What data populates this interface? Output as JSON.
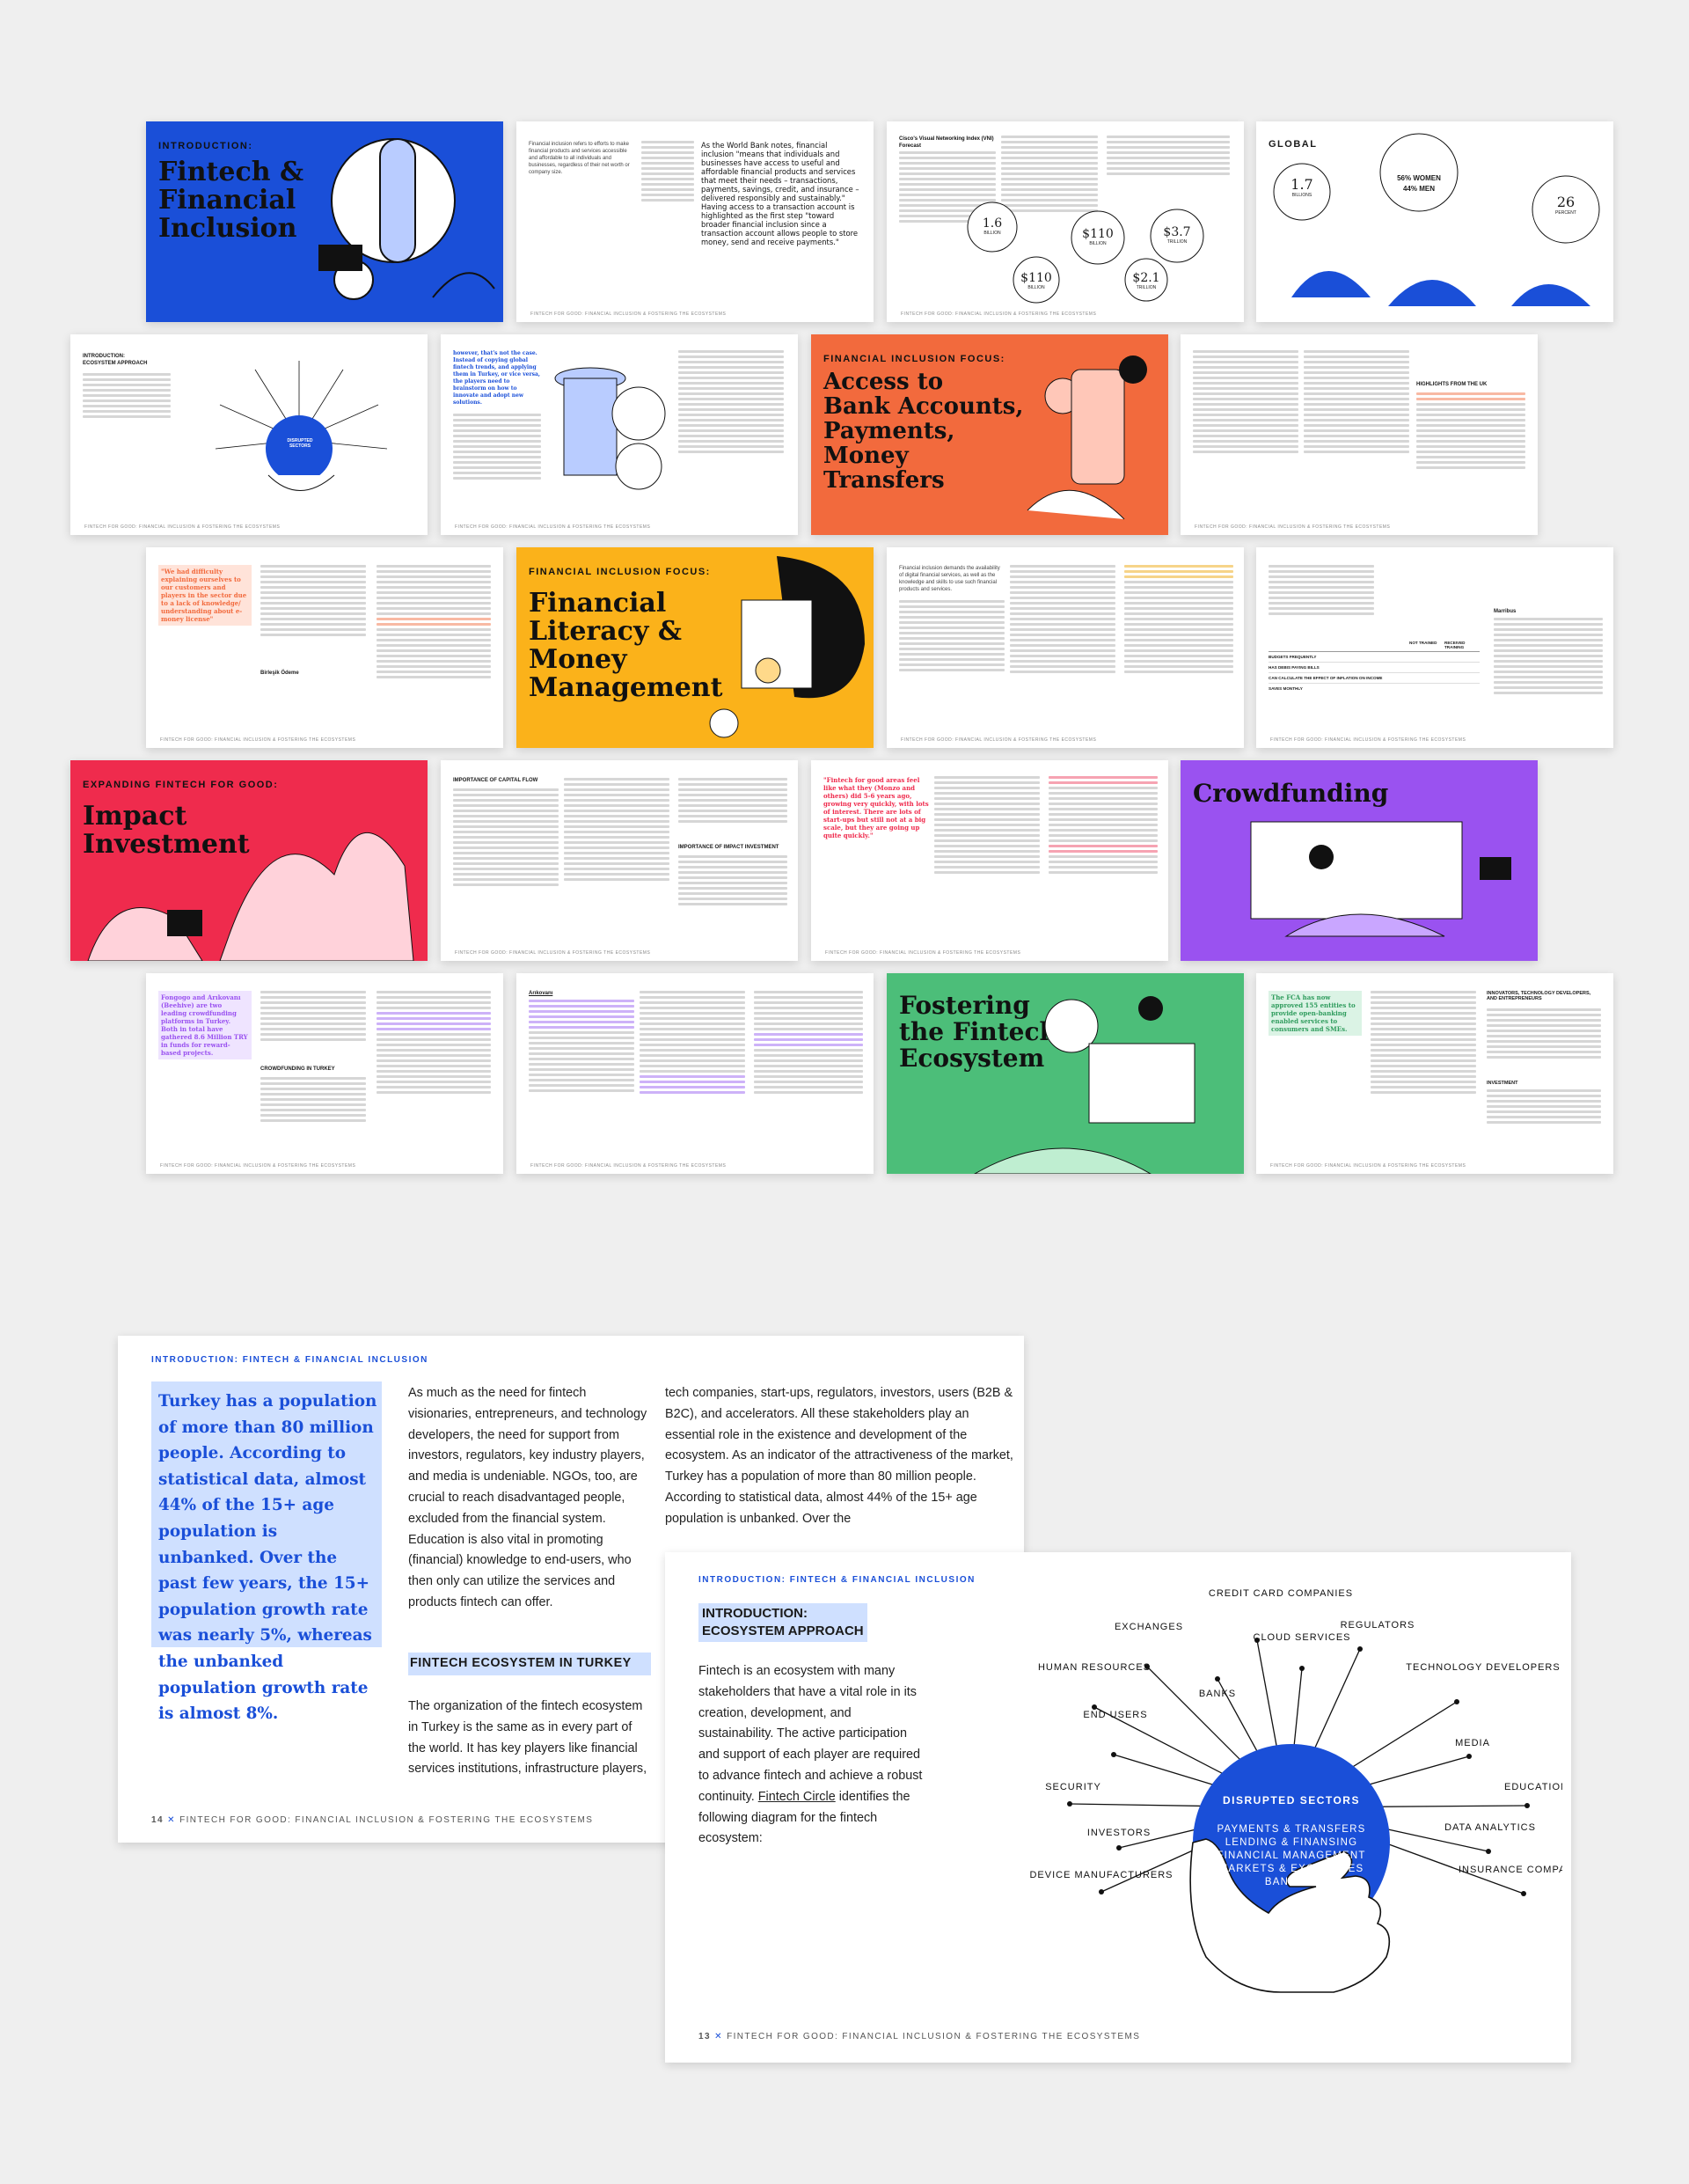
{
  "colors": {
    "blue": "#1a4fd8",
    "orange": "#f26a3d",
    "yellow": "#fbb21a",
    "red": "#ef2b4d",
    "purple": "#9a52f0",
    "green": "#4cbe79",
    "highlight": "#cfe0ff"
  },
  "thumbs": {
    "p1": {
      "kicker": "INTRODUCTION:",
      "title": "Fintech &\nFinancial\nInclusion"
    },
    "p2": {
      "quote": "As the World Bank notes, financial inclusion \"means that individuals and businesses have access to useful and affordable financial products and services that meet their needs – transactions, payments, savings, credit, and insurance – delivered responsibly and sustainably.\" Having access to a transaction account is highlighted as the first step \"toward broader financial inclusion since a transaction account allows people to store money, send and receive payments.\"",
      "text": "Financial inclusion refers to efforts to make financial products and services accessible and affordable to all individuals and businesses, regardless of their net worth or company size."
    },
    "p3": {
      "heading": "Cisco's Visual Networking Index (VNI) Forecast",
      "b1": "1.6",
      "b1u": "BILLION",
      "b2": "$110",
      "b2u": "BILLION",
      "b3": "$110",
      "b3u": "BILLION",
      "b4": "$2.1",
      "b4u": "TRILLION",
      "b5": "$3.7",
      "b5u": "TRILLION"
    },
    "p4": {
      "kicker": "GLOBAL",
      "s1": "1.7",
      "s1u": "BILLIONS",
      "s2": "56% WOMEN",
      "s3": "44% MEN",
      "s4": "26",
      "s4u": "PERCENT"
    },
    "p5": {
      "kicker": "INTRODUCTION:",
      "kicker2": "ECOSYSTEM APPROACH",
      "center": "DISRUPTED SECTORS"
    },
    "p6": {
      "quote": "however, that's not the case. Instead of copying global fintech trends, and applying them in Turkey, or vice versa, the players need to brainstorm on how to innovate and adopt new solutions."
    },
    "p7": {
      "kicker": "FINANCIAL INCLUSION FOCUS:",
      "title": "Access to\nBank Accounts,\nPayments,\nMoney\nTransfers"
    },
    "p8": {
      "heading": "HIGHLIGHTS FROM THE UK"
    },
    "p9": {
      "quote": "\"We had difficulty explaining ourselves to our customers and players in the sector due to a lack of knowledge/ understanding about e-money license\"",
      "name": "Birleşik Ödeme"
    },
    "p10": {
      "kicker": "FINANCIAL INCLUSION FOCUS:",
      "title": "Financial\nLiteracy &\nMoney\nManagement"
    },
    "p11": {
      "text": "Financial inclusion demands the availability of digital financial services, as well as the knowledge and skills to use such financial products and services."
    },
    "p12": {
      "h1": "NOT TRAINED",
      "h2": "RECEIVED TRAINING",
      "r1": "BUDGETS FREQUENTLY",
      "r2": "HAS DEBIS PAYING BILLS",
      "r3": "CAN CALCULATE THE EFFECT OF INFLATION ON INCOME",
      "r4": "SAVES MONTHLY",
      "heading": "Marribus"
    },
    "p13": {
      "kicker": "EXPANDING FINTECH FOR GOOD:",
      "title": "Impact\nInvestment"
    },
    "p14": {
      "h1": "IMPORTANCE OF CAPITAL FLOW",
      "h2": "IMPORTANCE OF IMPACT INVESTMENT"
    },
    "p15": {
      "quote": "\"Fintech for good areas feel like what they (Monzo and others) did 5-6 years ago, growing very quickly, with lots of interest. There are lots of start-ups but still not at a big scale, but they are going up quite quickly.\""
    },
    "p16": {
      "title": "Crowdfunding"
    },
    "p17": {
      "quote": "Fongogo and Arıkovanı (Beehive) are two leading crowdfunding platforms in Turkey. Both in total have gathered 8.6 Million TRY in funds for reward-based projects.",
      "heading": "CROWDFUNDING IN TURKEY"
    },
    "p18": {
      "heading": "Arıkovanı"
    },
    "p19": {
      "title": "Fostering\nthe Fintech\nEcosystem"
    },
    "p20": {
      "quote": "The FCA has now approved 155 entities to provide open-banking enabled services to consumers and SMEs.",
      "h1": "INNOVATORS, TECHNOLOGY DEVELOPERS, AND ENTREPRENEURS",
      "h2": "INVESTMENT"
    },
    "footer": "FINTECH FOR GOOD: FINANCIAL INCLUSION & FOSTERING THE ECOSYSTEMS"
  },
  "spreadLeft": {
    "kicker": "INTRODUCTION: FINTECH & FINANCIAL INCLUSION",
    "pull_quote": "Turkey has a population of more than 80 million people. According to statistical data, almost 44% of the 15+ age population is unbanked. Over the past few years, the 15+ population growth rate was nearly 5%, whereas the unbanked population growth rate is almost 8%.",
    "col1_para1": "As much as the need for fintech visionaries, entrepreneurs, and technology developers, the need for support from investors, regulators, key industry players, and media is undeniable. NGOs, too, are crucial to reach disadvantaged people, excluded from the financial system. Education is also vital in promoting (financial) knowledge to end-users, who then only can utilize the services and products fintech can offer.",
    "col1_heading": "FINTECH ECOSYSTEM IN TURKEY",
    "col1_para2": "The organization of the fintech ecosystem in Turkey is the same as in every part of the world. It has key players like financial services institutions, infrastructure players,",
    "col2_para": "tech companies, start-ups, regulators, investors, users (B2B & B2C), and accelerators. All these stakeholders play an essential role in the existence and development of the ecosystem. As an indicator of the attractiveness of the market, Turkey has a population of more than 80 million people. According to statistical data, almost 44% of the 15+ age population is unbanked. Over the",
    "page_no": "14",
    "footer": "FINTECH FOR GOOD: FINANCIAL INCLUSION & FOSTERING THE ECOSYSTEMS"
  },
  "spreadRight": {
    "kicker": "INTRODUCTION: FINTECH & FINANCIAL INCLUSION",
    "title_line1": "INTRODUCTION:",
    "title_line2": "ECOSYSTEM APPROACH",
    "body_before": "Fintech is an ecosystem with many stakeholders that have a vital role in its creation, development, and sustainability. The active participation and support of each player are required to advance fintech and achieve a robust continuity. ",
    "body_link": "Fintech Circle",
    "body_after": " identifies the following diagram for the fintech ecosystem:",
    "center_title": "DISRUPTED SECTORS",
    "sectors": [
      "PAYMENTS & TRANSFERS",
      "LENDING & FINANSING",
      "FINANCIAL MANAGEMENT",
      "MARKETS & EXCHANGES",
      "BANKING"
    ],
    "stakeholders": [
      "CREDIT CARD COMPANIES",
      "BANKS",
      "EXCHANGES",
      "CLOUD SERVICES",
      "REGULATORS",
      "HUMAN RESOURCES",
      "TECHNOLOGY DEVELOPERS",
      "END USERS",
      "MEDIA",
      "SECURITY",
      "EDUCATION",
      "DATA ANALYTICS",
      "INVESTORS",
      "INSURANCE COMPANIES",
      "DEVICE MANUFACTURERS"
    ],
    "page_no": "13",
    "footer": "FINTECH FOR GOOD: FINANCIAL INCLUSION & FOSTERING THE ECOSYSTEMS"
  }
}
